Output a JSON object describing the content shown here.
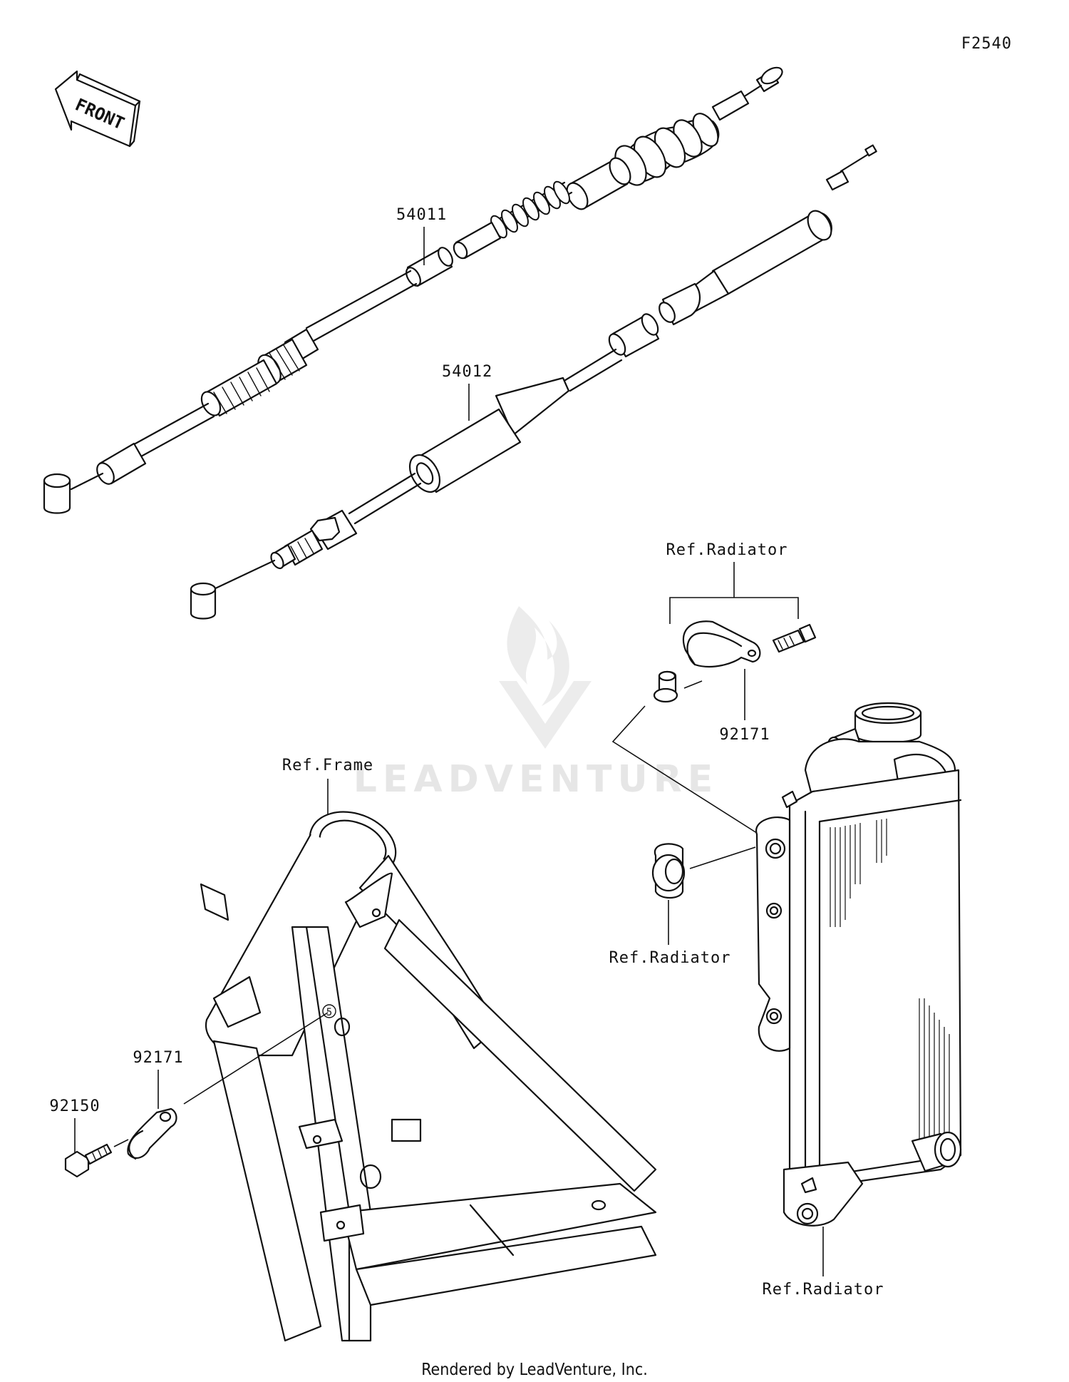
{
  "diagram_id": "F2540",
  "front_arrow_label": "FRONT",
  "parts": {
    "clutch_cable": "54011",
    "throttle_cable": "54012",
    "clamp_upper": "92171",
    "clamp_lower": "92171",
    "bolt": "92150"
  },
  "references": {
    "radiator_top": "Ref.Radiator",
    "radiator_middle": "Ref.Radiator",
    "radiator_bottom": "Ref.Radiator",
    "frame": "Ref.Frame"
  },
  "watermark": "LEADVENTURE",
  "footer": "Rendered by LeadVenture, Inc."
}
